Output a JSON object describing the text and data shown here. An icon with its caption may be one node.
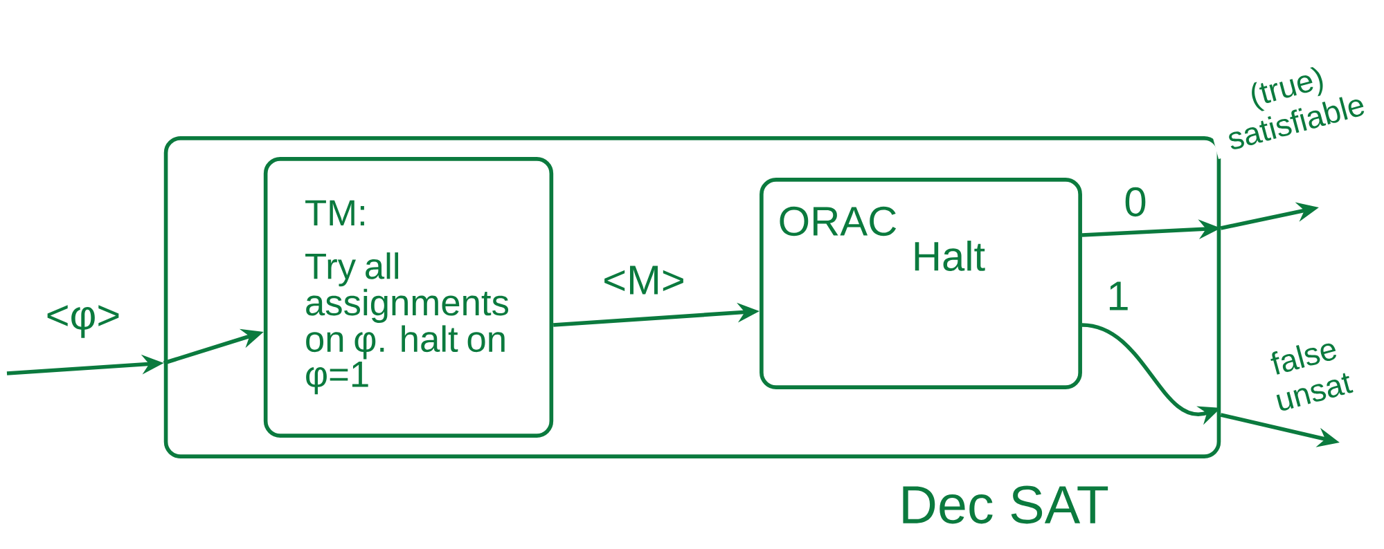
{
  "diagram": {
    "nodes": [
      {
        "text": [],
        "shape": "box",
        "beside": [
          "Dec SAT"
        ]
      },
      {
        "text": [
          "TM:",
          "Try all assignments on φ. halt on φ=1"
        ],
        "in": 0
      },
      {
        "text": [
          "ORAC",
          "Halt"
        ],
        "in": 0
      }
    ],
    "edges": [
      {
        "from": null,
        "to": 0,
        "arrow": "to",
        "label": "<φ>"
      },
      {
        "from": 0,
        "to": 1,
        "arrow": "to"
      },
      {
        "from": 1,
        "to": 2,
        "arrow": "to",
        "label": "<M>"
      },
      {
        "from": 2,
        "to": 0,
        "arrow": "to",
        "label": "0"
      },
      {
        "from": 0,
        "to": null,
        "arrow": "to",
        "label": "(true) satisfiable"
      },
      {
        "from": 2,
        "to": 0,
        "arrow": "to",
        "label": "1"
      },
      {
        "from": 0,
        "to": null,
        "arrow": "to",
        "label": "false unsat"
      }
    ]
  }
}
